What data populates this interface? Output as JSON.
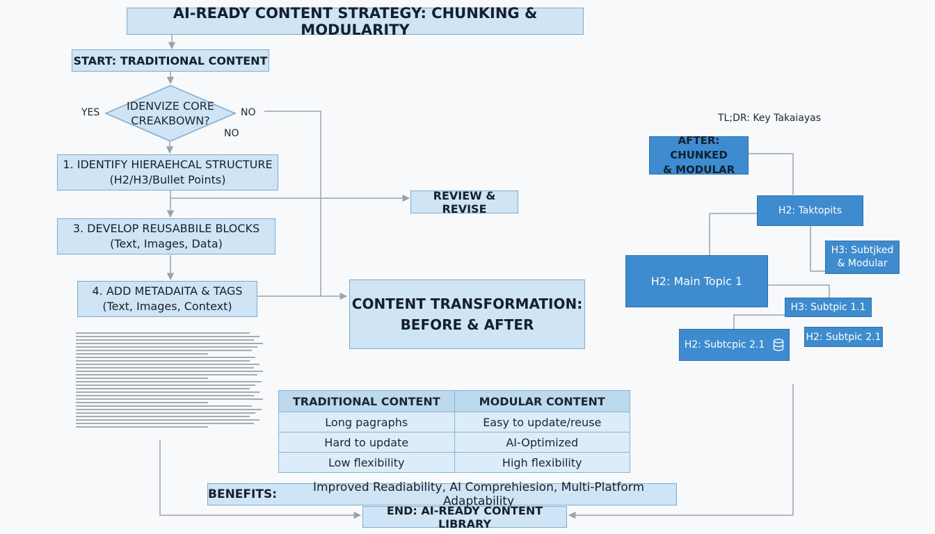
{
  "title": "AI-READY CONTENT STRATEGY: CHUNKING & MODULARITY",
  "flow": {
    "start": "START: TRADITIONAL CONTENT",
    "decision_line1": "IDENVIZE CORE",
    "decision_line2": "CREAKBOWN?",
    "yes": "YES",
    "no_right": "NO",
    "no_below": "NO",
    "step1_line1": "1. IDENTIFY HIERAEHCAL STRUCTURE",
    "step1_line2": "(H2/H3/Bullet Points)",
    "review": "REVIEW & REVISE",
    "step3_line1": "3. DEVELOP REUSABBILE BLOCKS",
    "step3_line2": "(Text, Images, Data)",
    "step4_line1": "4. ADD METADAITA & TAGS",
    "step4_line2": "(Text, Images, Context)",
    "transformation_line1": "CONTENT TRANSFORMATION:",
    "transformation_line2": "BEFORE & AFTER",
    "benefits_label": "BENEFITS:",
    "benefits_text": "Improved Readiability, AI Comprehiesion, Multi-Platform Adaptability",
    "end": "END: AI-READY CONTENT LIBRARY"
  },
  "table": {
    "headers": [
      "TRADITIONAL CONTENT",
      "MODULAR CONTENT"
    ],
    "rows": [
      [
        "Long pagraphs",
        "Easy to update/reuse"
      ],
      [
        "Hard to update",
        "AI-Optimized"
      ],
      [
        "Low flexibility",
        "High flexibility"
      ]
    ]
  },
  "tree": {
    "tldr": "TL;DR: Key Takaiayas",
    "after_line1": "AFTER: CHUNKED",
    "after_line2": "& MODULAR",
    "h2_takeaways": "H2: Taktopits",
    "h3_chunked_line1": "H3: Subtjked",
    "h3_chunked_line2": "& Modular",
    "h2_main": "H2: Main Topic 1",
    "h3_sub11": "H3: Subtpic 1.1",
    "h2_sub21_db": "H2: Subtcpic 2.1",
    "h2_sub21": "H2: Subtpic 2.1"
  },
  "colors": {
    "light_box": "#cfe4f4",
    "dark_box": "#3e8bd0",
    "connector": "#9aa3ab"
  }
}
